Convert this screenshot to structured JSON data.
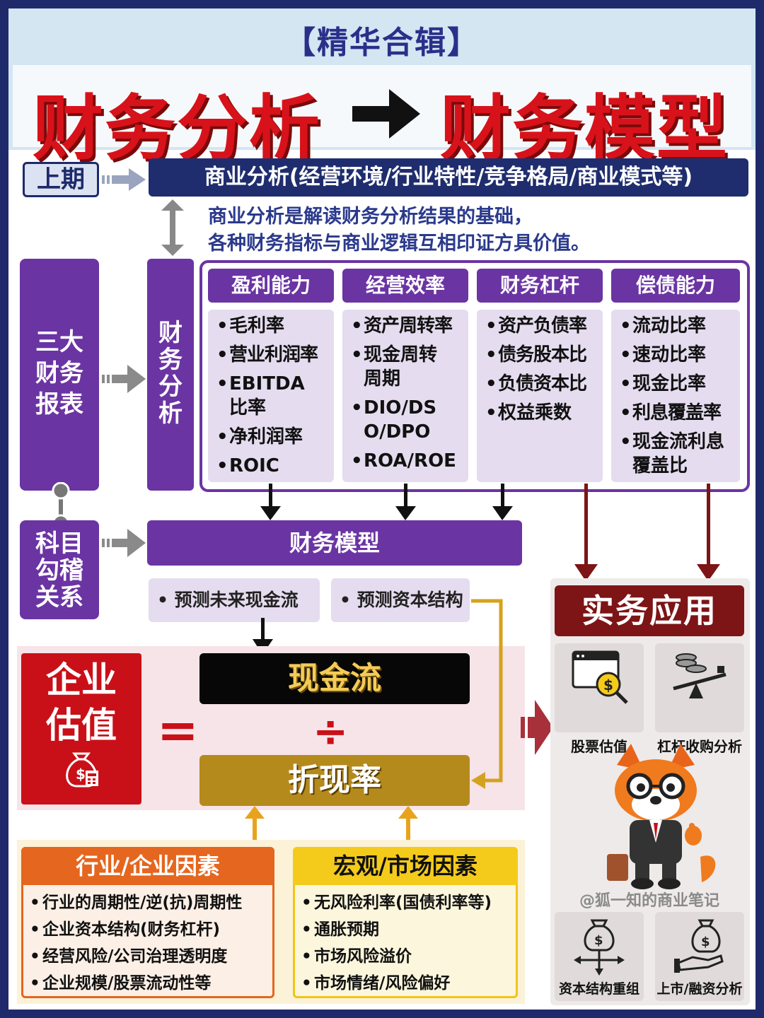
{
  "header": {
    "collection": "【精华合辑】",
    "title_left": "财务分析",
    "title_right": "财务模型"
  },
  "business": {
    "prev_tag": "上期",
    "bar": "商业分析(经营环境/行业特性/竞争格局/商业模式等)",
    "note_line1": "商业分析是解读财务分析结果的基础，",
    "note_line2": "各种财务指标与商业逻辑互相印证方具价值。"
  },
  "left_boxes": {
    "statements": [
      "三大",
      "财务",
      "报表"
    ],
    "analysis": [
      "财",
      "务",
      "分",
      "析"
    ],
    "accounts": [
      "科目",
      "勾稽",
      "关系"
    ]
  },
  "categories": [
    {
      "title": "盈利能力",
      "items": [
        "毛利率",
        "营业利润率",
        "EBITDA比率",
        "净利润率",
        "ROIC"
      ]
    },
    {
      "title": "经营效率",
      "items": [
        "资产周转率",
        "现金周转周期",
        "DIO/DSO/DPO",
        "ROA/ROE"
      ]
    },
    {
      "title": "财务杠杆",
      "items": [
        "资产负债率",
        "债务股本比",
        "负债资本比",
        "权益乘数"
      ]
    },
    {
      "title": "偿债能力",
      "items": [
        "流动比率",
        "速动比率",
        "现金比率",
        "利息覆盖率",
        "现金流利息覆盖比"
      ]
    }
  ],
  "model": {
    "bar": "财务模型",
    "item1": "• 预测未来现金流",
    "item2": "• 预测资本结构"
  },
  "valuation": {
    "label_line1": "企业",
    "label_line2": "估值",
    "equals": "=",
    "cashflow": "现金流",
    "divide": "÷",
    "discount": "折现率"
  },
  "factors": {
    "industry": {
      "title": "行业/企业因素",
      "items": [
        "行业的周期性/逆(抗)周期性",
        "企业资本结构(财务杠杆)",
        "经营风险/公司治理透明度",
        "企业规模/股票流动性等"
      ]
    },
    "macro": {
      "title": "宏观/市场因素",
      "items": [
        "无风险利率(国债利率等)",
        "通胀预期",
        "市场风险溢价",
        "市场情绪/风险偏好"
      ]
    }
  },
  "practice": {
    "title": "实务应用",
    "apps": [
      "股票估值",
      "杠杆收购分析",
      "资本结构重组",
      "上市/融资分析"
    ],
    "watermark": "@狐一知的商业笔记"
  },
  "colors": {
    "navy": "#1f2d6e",
    "purple": "#6b34a3",
    "red": "#d8121a",
    "dark_red": "#7d1416",
    "gold": "#b58a1d",
    "orange": "#e5661e",
    "yellow": "#f4cb1b"
  },
  "icons": [
    "arrow-right-icon",
    "money-bag-icon",
    "stock-valuation-icon",
    "leverage-icon",
    "restructure-icon",
    "listing-icon",
    "fox-mascot"
  ]
}
